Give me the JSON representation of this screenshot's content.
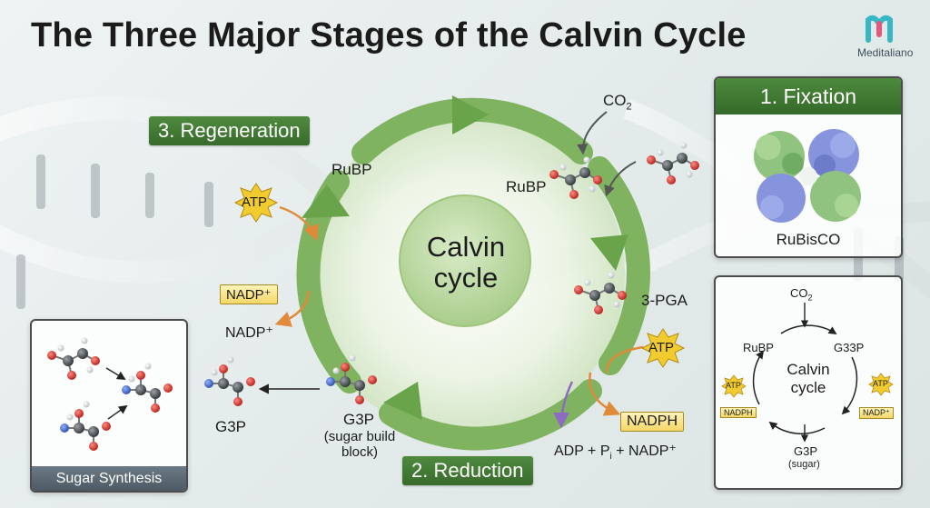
{
  "title": "The Three Major Stages of the Calvin Cycle",
  "brand": {
    "name": "Meditaliano",
    "logo_icon": "m-logo-icon"
  },
  "center": {
    "line1": "Calvin",
    "line2": "cycle"
  },
  "stages": {
    "regeneration": "3. Regeneration",
    "reduction": "2. Reduction",
    "fixation": "1. Fixation"
  },
  "cycle_labels": {
    "rubp_left": "RuBP",
    "rubp_right": "RuBP",
    "co2": "CO",
    "co2_sub": "2",
    "pga": "3-PGA",
    "g3p_center": "G3P",
    "g3p_center_note_1": "(sugar build",
    "g3p_center_note_2": "block)",
    "g3p_out": "G3P",
    "atp_regen": "ATP",
    "nadp_box": "NADP⁺",
    "nadp_out": "NADP⁺",
    "atp_reduction": "ATP",
    "nadph_box": "NADPH",
    "products_a": "ADP + P",
    "products_sub": "i",
    "products_b": " + NADP⁺"
  },
  "fixation_panel": {
    "enzyme_label": "RuBisCO"
  },
  "sugar_panel": {
    "footer": "Sugar Synthesis"
  },
  "mini_cycle": {
    "co2": "CO",
    "co2_sub": "2",
    "rubp": "RuBP",
    "g33p": "G33P",
    "center_1": "Calvin",
    "center_2": "cycle",
    "atp_left": "ATP",
    "atp_right": "ATP",
    "nadph": "NADPH",
    "nadp": "NADP⁺",
    "g3p": "G3P",
    "g3p_note": "(sugar)"
  },
  "colors": {
    "cycle_green": "#7fb360",
    "stage_green": "#3f7a31",
    "atp_yellow": "#f2cc2e",
    "arrow_orange": "#e08a3a",
    "arrow_purple": "#8e6bc0",
    "atom_red": "#d8352f",
    "atom_gray": "#555b60",
    "atom_blue": "#4a6fcf"
  }
}
